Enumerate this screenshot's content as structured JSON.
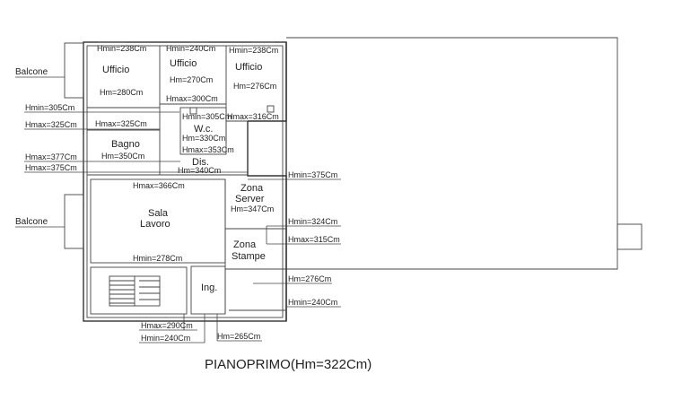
{
  "title": "PIANOPRIMO(Hm=322Cm)",
  "side_labels": {
    "balcone_top": "Balcone",
    "balcone_bottom": "Balcone"
  },
  "rooms": {
    "ufficio_1": {
      "name": "Ufficio",
      "hmin": "Hmin=238Cm",
      "hm": "Hm=280Cm"
    },
    "ufficio_2": {
      "name": "Ufficio",
      "hmin": "Hmin=240Cm",
      "hm": "Hm=270Cm",
      "hmax": "Hmax=300Cm"
    },
    "ufficio_3": {
      "name": "Ufficio",
      "hmin": "Hmin=238Cm",
      "hm": "Hm=276Cm",
      "hmax": "Hmax=316Cm"
    },
    "wc": {
      "name": "W.c.",
      "hmin": "Hmin=305Cm",
      "hm": "Hm=330Cm",
      "hmax": "Hmax=353Cm"
    },
    "bagno": {
      "name": "Bagno",
      "hm": "Hm=350Cm",
      "hmax": "Hmax=325Cm"
    },
    "dis": {
      "name": "Dis.",
      "hm": "Hm=340Cm"
    },
    "sala_lavoro": {
      "name_1": "Sala",
      "name_2": "Lavoro",
      "hmax": "Hmax=366Cm",
      "hmin": "Hmin=278Cm"
    },
    "zona_server": {
      "name_1": "Zona",
      "name_2": "Server",
      "hm": "Hm=347Cm"
    },
    "zona_stampe": {
      "name_1": "Zona",
      "name_2": "Stampe"
    },
    "ingresso": {
      "name": "Ing."
    }
  },
  "left_labels": {
    "hmin_305": "Hmin=305Cm",
    "hmax_325": "Hmax=325Cm",
    "hmax_377": "Hmax=377Cm",
    "hmax_375": "Hmax=375Cm"
  },
  "right_labels": {
    "hmin_375": "Hmin=375Cm",
    "hmin_324": "Hmin=324Cm",
    "hmax_315": "Hmax=315Cm",
    "hm_276": "Hm=276Cm",
    "hmin_240": "Hmin=240Cm"
  },
  "bottom_labels": {
    "hmax_290": "Hmax=290Cm",
    "hmin_240": "Hmin=240Cm",
    "hm_265": "Hm=265Cm"
  }
}
